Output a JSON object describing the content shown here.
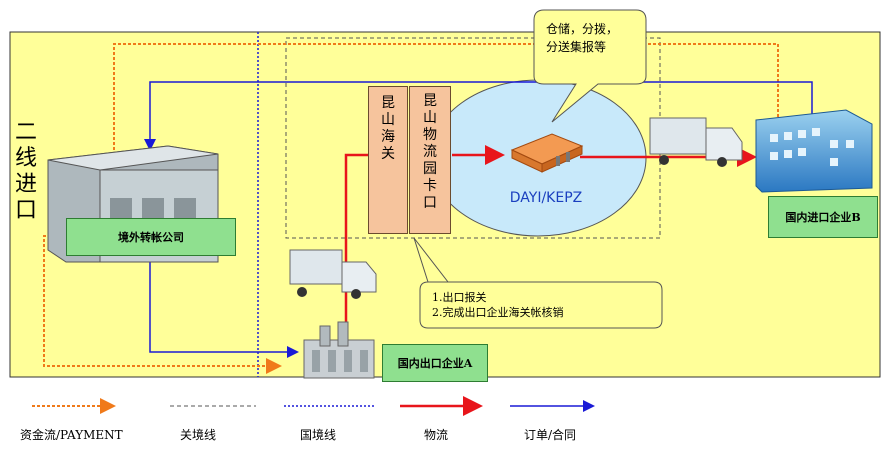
{
  "left_vertical_label": [
    "二",
    "线",
    "进",
    "口"
  ],
  "customs": {
    "kunshan_customs": [
      "昆",
      "山",
      "海",
      "关"
    ],
    "logistics_park_gate": [
      "昆",
      "山",
      "物",
      "流",
      "园",
      "卡",
      "口"
    ]
  },
  "dayi_label": "DAYI/KEPZ",
  "callout_top": [
    "仓储，分拨，",
    "分送集报等"
  ],
  "callout_bottom": [
    "1.出口报关",
    "2.完成出口企业海关帐核销"
  ],
  "entities": {
    "offshore": "境外转帐公司",
    "exporter": "国内出口企业A",
    "importer": "国内进口企业B"
  },
  "legend": [
    {
      "label": "资金流/PAYMENT",
      "style": "dotted-arrow",
      "color": "#f07a1a"
    },
    {
      "label": "关境线",
      "style": "dashed",
      "color": "#555555"
    },
    {
      "label": "国境线",
      "style": "dotted",
      "color": "#1a1ad6"
    },
    {
      "label": "物流",
      "style": "solid-arrow",
      "color": "#e8151b"
    },
    {
      "label": "订单/合同",
      "style": "solid-arrow",
      "color": "#1a1ad6"
    }
  ],
  "colors": {
    "yellow_bg": "#ffff99",
    "ellipse": "#c8e9fa",
    "payment": "#f07a1a",
    "logistics": "#e8151b",
    "order": "#1a1ad6"
  }
}
